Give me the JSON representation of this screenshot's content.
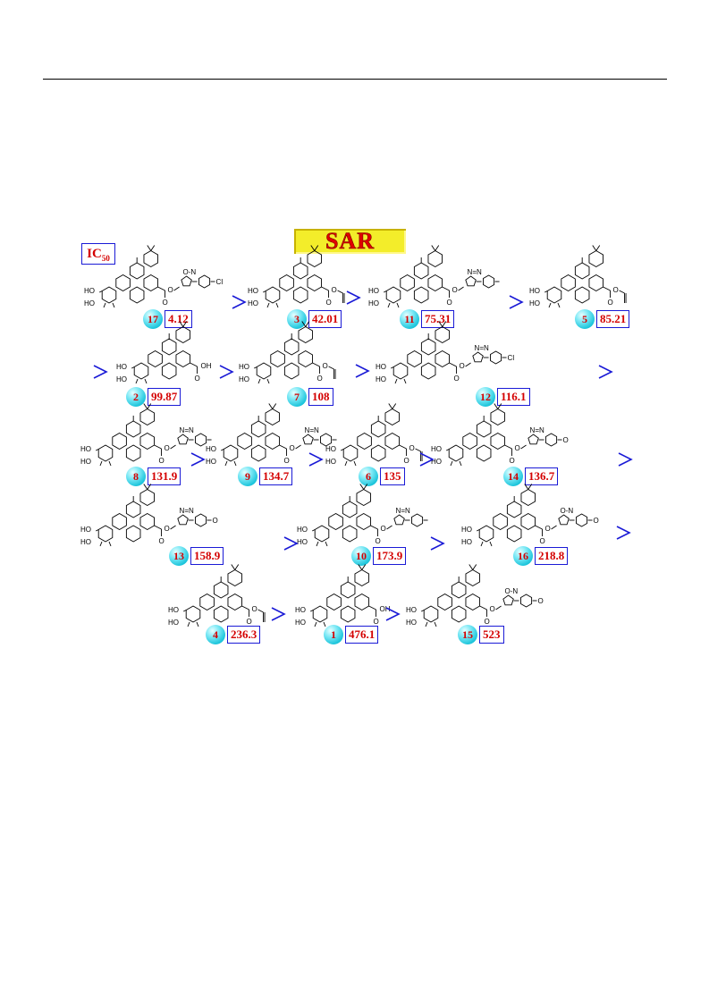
{
  "title": "SAR",
  "ic50_label": {
    "main": "IC",
    "sub": "50"
  },
  "compounds": [
    {
      "id": "17",
      "ic50": "4.12",
      "tail": "isoxazole-Cl",
      "tail_text": "Cl"
    },
    {
      "id": "3",
      "ic50": "42.01",
      "tail": "propargyl-ester",
      "tail_text": ""
    },
    {
      "id": "11",
      "ic50": "75.31",
      "tail": "triazole-phenyl",
      "tail_text": ""
    },
    {
      "id": "5",
      "ic50": "85.21",
      "tail": "propargyl-ester",
      "tail_text": ""
    },
    {
      "id": "2",
      "ic50": "99.87",
      "tail": "acid",
      "tail_text": "OH"
    },
    {
      "id": "7",
      "ic50": "108",
      "tail": "propargyl-ester",
      "tail_text": ""
    },
    {
      "id": "12",
      "ic50": "116.1",
      "tail": "triazole-Cl",
      "tail_text": "Cl"
    },
    {
      "id": "8",
      "ic50": "131.9",
      "tail": "triazole-phenyl",
      "tail_text": ""
    },
    {
      "id": "9",
      "ic50": "134.7",
      "tail": "triazole-phenyl",
      "tail_text": ""
    },
    {
      "id": "6",
      "ic50": "135",
      "tail": "propargyl-ester",
      "tail_text": ""
    },
    {
      "id": "14",
      "ic50": "136.7",
      "tail": "triazole-OMe",
      "tail_text": ""
    },
    {
      "id": "13",
      "ic50": "158.9",
      "tail": "triazole-OMe",
      "tail_text": ""
    },
    {
      "id": "10",
      "ic50": "173.9",
      "tail": "triazole-tolyl",
      "tail_text": ""
    },
    {
      "id": "16",
      "ic50": "218.8",
      "tail": "isoxazole-OMe",
      "tail_text": ""
    },
    {
      "id": "4",
      "ic50": "236.3",
      "tail": "propargyl-ester",
      "tail_text": ""
    },
    {
      "id": "1",
      "ic50": "476.1",
      "tail": "acid",
      "tail_text": "OH"
    },
    {
      "id": "15",
      "ic50": "523",
      "tail": "isoxazole-OMe",
      "tail_text": ""
    }
  ],
  "atom_labels": {
    "ho": "HO",
    "o": "O",
    "oh": "OH",
    "cl": "Cl",
    "n": "N",
    "on": "O-N",
    "nn": "N=N"
  },
  "colors": {
    "rule": "#000000",
    "value_text": "#d40000",
    "box_border": "#1a1ad6",
    "ball": "#18c3da",
    "banner": "#f3ed2a",
    "arrow": "#1a1ad6"
  }
}
